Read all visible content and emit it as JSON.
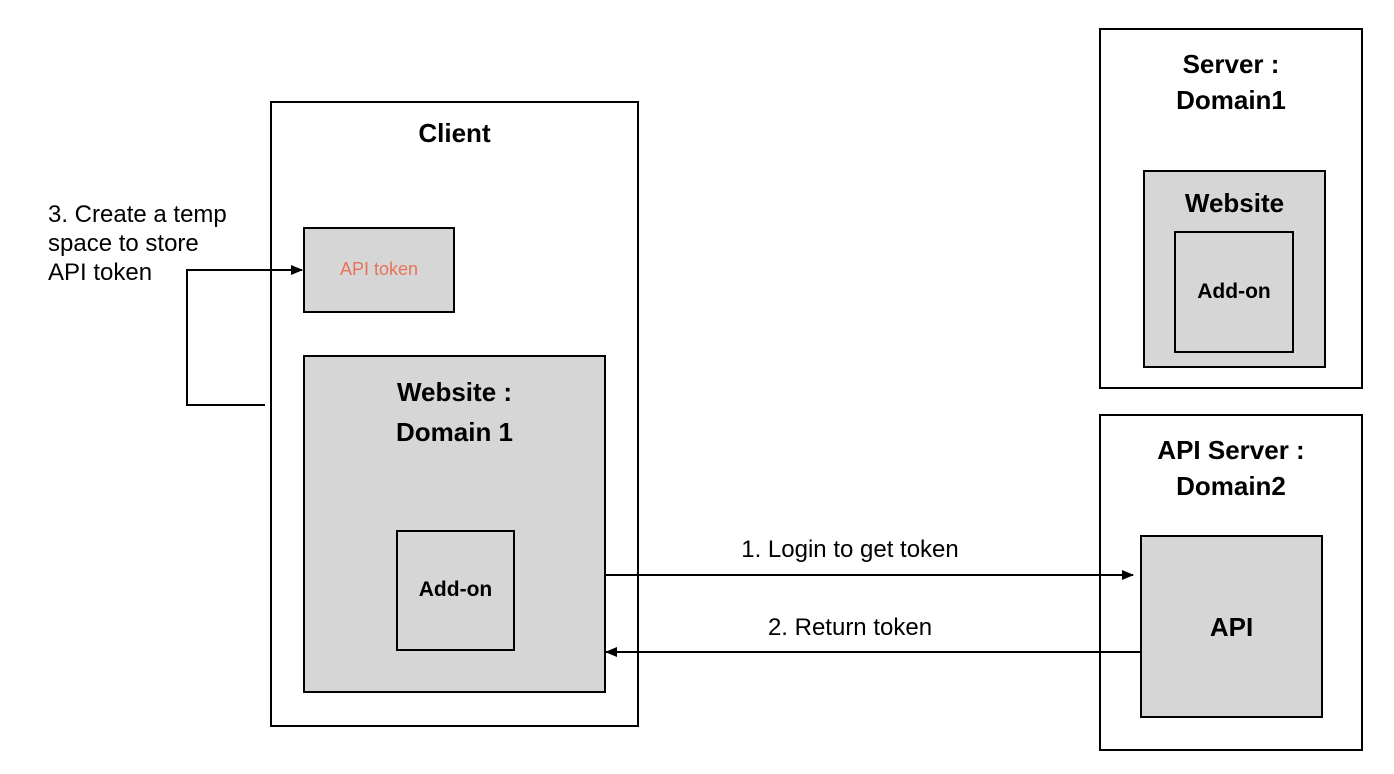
{
  "client": {
    "title": "Client",
    "token_store": {
      "label": "API token",
      "label_color": "#e8725a"
    },
    "website": {
      "title": "Website :\nDomain 1",
      "addon": "Add-on"
    }
  },
  "server": {
    "title": "Server :\nDomain1",
    "website": {
      "title": "Website",
      "addon": "Add-on"
    }
  },
  "api_server": {
    "title": "API Server :\nDomain2",
    "api": "API"
  },
  "steps": {
    "step1": "1. Login to get token",
    "step2": "2. Return  token",
    "step3": "3. Create a temp\nspace to store\nAPI token"
  },
  "colors": {
    "box_fill": "#d6d6d6",
    "stroke": "#000000"
  }
}
